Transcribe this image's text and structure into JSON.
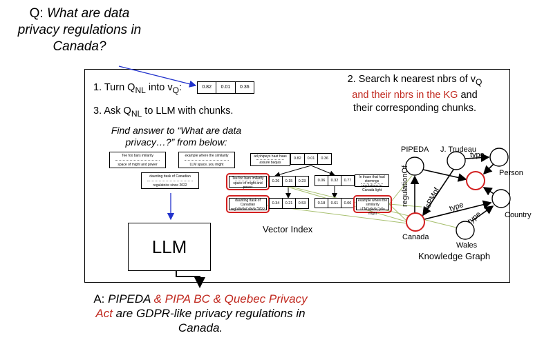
{
  "question": {
    "prefix": "Q:",
    "text": "What are data privacy regulations in Canada?"
  },
  "step1": {
    "text": "1. Turn Q",
    "sub1": "NL",
    "mid": " into v",
    "sub2": "Q",
    "end": ":",
    "vector": [
      "0.82",
      "0.01",
      "0.36"
    ]
  },
  "step2": {
    "line1": "2. Search k nearest nbrs of v",
    "sub": "Q",
    "line2_red": "and their nbrs in the KG",
    "line2_black": " and",
    "line3": "their corresponding chunks."
  },
  "step3": {
    "text": "3. Ask Q",
    "sub": "NL",
    "end": " to LLM with chunks."
  },
  "find_prompt": "Find answer to “What are data privacy…?” from below:",
  "prompt_chunks": [
    {
      "top": "Tee foo bars imilarity",
      "bottom": "space of might and power"
    },
    {
      "top": "example where the similarity",
      "bottom": "LLM space, you might"
    },
    {
      "top": "daunting ttask of Canadian",
      "bottom": "regulatoire since 2022"
    }
  ],
  "llm_label": "LLM",
  "answer": {
    "prefix": "A:",
    "black1": "PIPEDA",
    "red": " & PIPA BC & Quebec Privacy Act",
    "black2": " are GDPR-like privacy regulations in Canada."
  },
  "vector_index": {
    "label": "Vector Index",
    "root": {
      "chunk": {
        "top": "ad phipeys haat haas",
        "bottom": "assure baojas"
      },
      "vector": [
        "0.82",
        "0.01",
        "0.36"
      ]
    },
    "left": {
      "chunk": {
        "top": "Tee foo bars imilarity",
        "bottom": "space of might and power"
      },
      "vector": [
        "0.26",
        "0.15",
        "0.23"
      ]
    },
    "right": {
      "chunk": {
        "top": "In thase that had stormngs",
        "bottom": "regulations in Canada light"
      },
      "vector": [
        "0.06",
        "0.32",
        "0.77"
      ]
    },
    "left_child": {
      "chunk": {
        "top": "daunting ttask of Canadian",
        "bottom": "regulatoire since 2022"
      },
      "vector": [
        "0.34",
        "0.21",
        "0.53"
      ]
    },
    "right_child": {
      "chunk": {
        "top": "example where the similarity",
        "bottom": "LLM space, you might"
      },
      "vector": [
        "0.18",
        "0.61",
        "0.06"
      ]
    }
  },
  "knowledge_graph": {
    "label": "Knowledge Graph",
    "nodes": [
      "PIPEDA",
      "J. Trudeau",
      "Person",
      "Country",
      "Canada",
      "Wales"
    ],
    "edges": [
      "type",
      "regulationOf",
      "isPMof",
      "type",
      "type"
    ]
  },
  "colors": {
    "accent_red": "#c0271d",
    "query_arrow": "#2233cc",
    "link_green": "#a8c070"
  }
}
